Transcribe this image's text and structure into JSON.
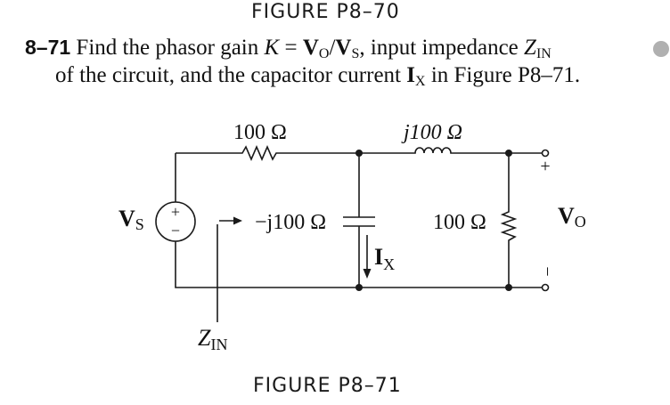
{
  "figure_top": "FIGURE P8–70",
  "figure_bottom": "FIGURE P8–71",
  "problem": {
    "number": "8–71",
    "line1_a": "Find the phasor gain",
    "line1_K": "K",
    "line1_eq": " = ",
    "line1_V": "V",
    "line1_O": "O",
    "line1_slash": "/",
    "line1_V2": "V",
    "line1_S": "S",
    "line1_b": ", input impedance",
    "line1_Z": "Z",
    "line1_IN": "IN",
    "line2_a": "of the circuit, and the capacitor current",
    "line2_I": "I",
    "line2_X": "X",
    "line2_b": " in Figure P8–71."
  },
  "circuit": {
    "r1_label": "100 Ω",
    "l_label": "j100 Ω",
    "c_label": "−j100 Ω",
    "r2_label": "100 Ω",
    "vs_letter": "V",
    "vs_sub": "S",
    "vo_letter": "V",
    "vo_sub": "O",
    "ix_letter": "I",
    "ix_sub": "X",
    "zin_letter": "Z",
    "zin_sub": "IN",
    "plus": "+",
    "minus": "−",
    "src_plus": "+",
    "src_minus": "−"
  }
}
